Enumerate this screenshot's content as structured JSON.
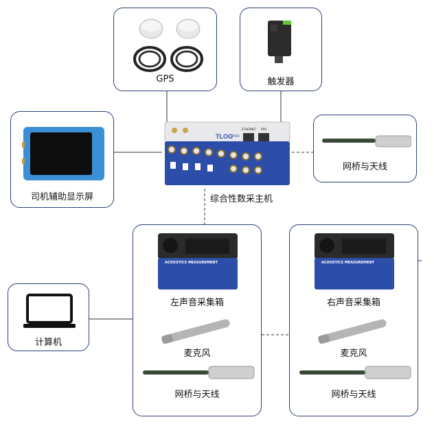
{
  "gps": {
    "label": "GPS"
  },
  "trigger": {
    "label": "触发器"
  },
  "display": {
    "label": "司机辅助显示屏"
  },
  "main_unit": {
    "label": "综合性数采主机",
    "brand": "TLOG",
    "brand_suffix": "PRO",
    "port1": "ETHERNET",
    "port2": "PRO"
  },
  "bridge_top": {
    "label": "网桥与天线"
  },
  "computer": {
    "label": "计算机"
  },
  "left_group": {
    "box_label": "左声音采集箱",
    "panel_text": "ACOUSTICS MEASUREMENT",
    "mic_label": "麦克风",
    "bridge_label": "网桥与天线"
  },
  "right_group": {
    "box_label": "右声音采集箱",
    "panel_text": "ACOUSTICS MEASUREMENT",
    "mic_label": "麦克风",
    "bridge_label": "网桥与天线"
  },
  "colors": {
    "border": "#2a3f7a",
    "unit_blue": "#2d4ea8",
    "line": "#333333"
  }
}
